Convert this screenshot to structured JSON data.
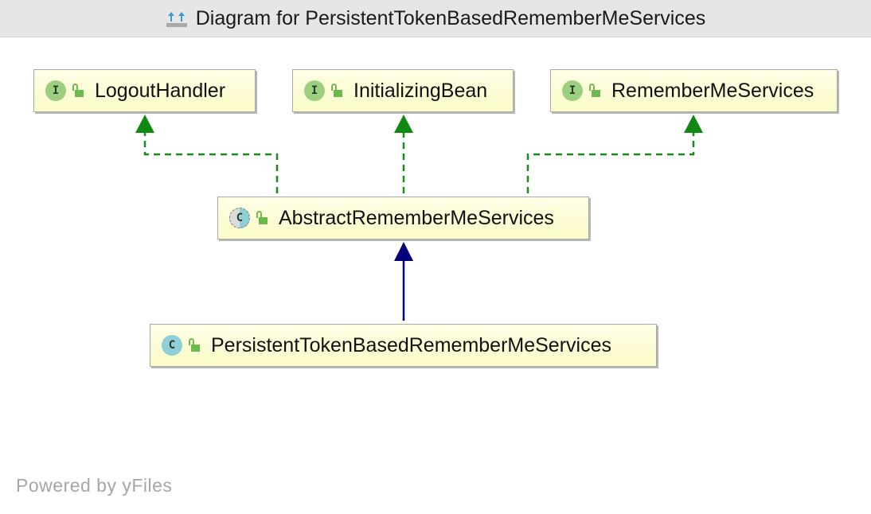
{
  "window": {
    "title": "Diagram for PersistentTokenBasedRememberMeServices",
    "title_icon": "hierarchy-icon"
  },
  "nodes": {
    "logout_handler": {
      "label": "LogoutHandler",
      "kind": "I",
      "kind_name": "interface"
    },
    "initializing_bean": {
      "label": "InitializingBean",
      "kind": "I",
      "kind_name": "interface"
    },
    "remember_me_services": {
      "label": "RememberMeServices",
      "kind": "I",
      "kind_name": "interface"
    },
    "abstract_remember_me_services": {
      "label": "AbstractRememberMeServices",
      "kind": "C",
      "kind_name": "abstract-class"
    },
    "persistent_token_based": {
      "label": "PersistentTokenBasedRememberMeServices",
      "kind": "C",
      "kind_name": "class"
    }
  },
  "edges": [
    {
      "from": "AbstractRememberMeServices",
      "to": "LogoutHandler",
      "type": "implements"
    },
    {
      "from": "AbstractRememberMeServices",
      "to": "InitializingBean",
      "type": "implements"
    },
    {
      "from": "AbstractRememberMeServices",
      "to": "RememberMeServices",
      "type": "implements"
    },
    {
      "from": "PersistentTokenBasedRememberMeServices",
      "to": "AbstractRememberMeServices",
      "type": "extends"
    }
  ],
  "colors": {
    "implements_edge": "#1a8a1a",
    "extends_edge": "#00007a",
    "node_fill": "#fbfbc8",
    "interface_badge": "#9ccf7f",
    "class_badge": "#8fd0d8",
    "lock": "#6cba4e"
  },
  "footer": {
    "text": "Powered by yFiles"
  }
}
